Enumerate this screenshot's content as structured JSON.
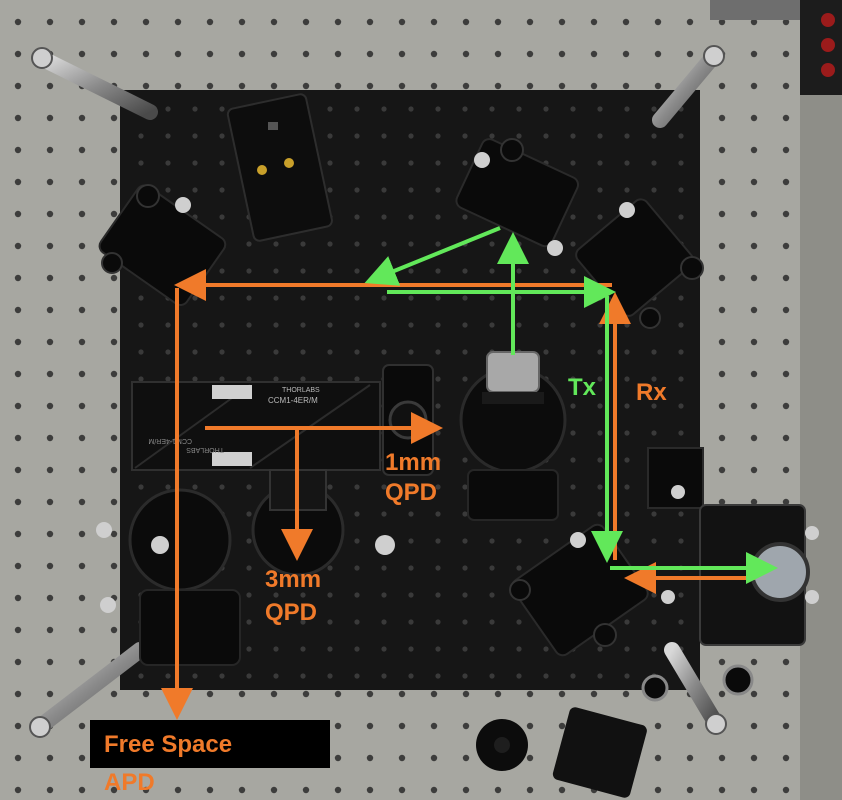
{
  "labels": {
    "tx": "Tx",
    "rx": "Rx",
    "qpd_1mm_line1": "1mm",
    "qpd_1mm_line2": "QPD",
    "qpd_3mm_line1": "3mm",
    "qpd_3mm_line2": "QPD",
    "apd_line1": "Free Space",
    "apd_line2": "APD"
  },
  "device_text": {
    "thorlabs_1": "THORLABS",
    "model_1": "CCM1-4ER/M",
    "thorlabs_2": "THORLABS",
    "model_2": "CCM1-4ER/M"
  },
  "colors": {
    "rx_beam": "#f07a2a",
    "tx_beam": "#62e85a",
    "breadboard": "#161616",
    "table": "#a7a7a1",
    "label_box": "#000000"
  }
}
